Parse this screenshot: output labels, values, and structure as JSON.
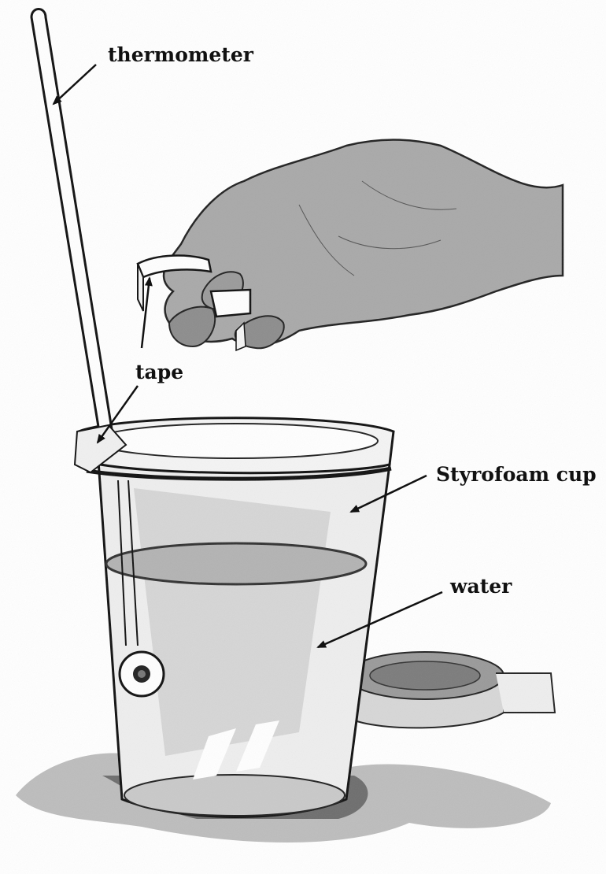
{
  "labels": {
    "thermometer": "thermometer",
    "tape": "tape",
    "cup": "Styrofoam cup",
    "water": "water"
  },
  "colors": {
    "ink": "#111111",
    "shadow": "#9a9a9a",
    "wash": "#c8c8c8",
    "skin": "#8f8f8f",
    "paper": "#ffffff"
  }
}
